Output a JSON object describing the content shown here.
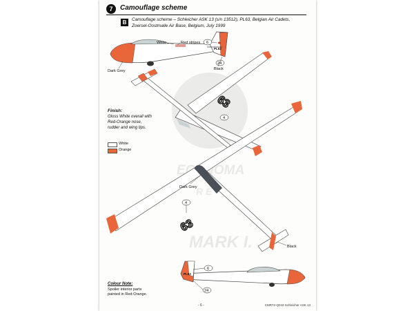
{
  "header": {
    "step_number": "7",
    "title": "Camouflage scheme"
  },
  "scheme": {
    "badge": "B",
    "description_lines": [
      "Camouflage scheme – Schleicher ASK 13 (s/n 13512), PL63, Belgian Air Cadets,",
      "Zoersel-Oostmalle Air Base, Belgium, July 1999"
    ]
  },
  "callouts": {
    "white": "White",
    "red_stripes": "Red stripes",
    "black": "Black",
    "dark_grey": "Dark Grey",
    "dark_grey_2": "Dark Grey",
    "black_2": "Black",
    "circle_6": "6",
    "circle_24": "24",
    "circle_4": "4",
    "circle_4b": "4",
    "circle_6b": "6",
    "circle_24b": "24"
  },
  "markings": {
    "fin_code": "PL63",
    "fin_code_2": "PL63",
    "wing_code": "63"
  },
  "finish": {
    "title": "Finish:",
    "lines": [
      "Gloss White overall with",
      "Red-Orange nose,",
      "rudder and wing tips."
    ]
  },
  "legend": [
    {
      "label": "White",
      "color": "#ffffff"
    },
    {
      "label": "Orange",
      "color": "#e8663a"
    }
  ],
  "colour_note": {
    "title": "Colour Note:",
    "lines": [
      "Spoiler interior parts",
      "painted in Red-Orange."
    ]
  },
  "watermark": {
    "line1": "ECHNOMA",
    "line2": "R E",
    "line3": "MARK I."
  },
  "footer": {
    "page": "- 6 -",
    "code": "CMR72-Q043 Schleicher ASK 13"
  },
  "colors": {
    "orange": "#e8663a",
    "white": "#ffffff",
    "dark_grey": "#4a5058",
    "black": "#111111",
    "canopy": "#c9d3d4"
  }
}
